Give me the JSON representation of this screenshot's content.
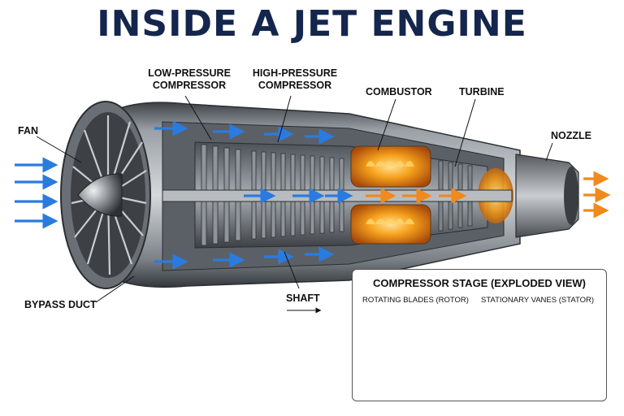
{
  "title": "INSIDE A JET ENGINE",
  "labels": {
    "fan": "FAN",
    "lpc_line1": "LOW-PRESSURE",
    "lpc_line2": "COMPRESSOR",
    "hpc_line1": "HIGH-PRESSURE",
    "hpc_line2": "COMPRESSOR",
    "combustor": "COMBUSTOR",
    "turbine": "TURBINE",
    "nozzle": "NOZZLE",
    "bypass": "BYPASS DUCT",
    "shaft": "SHAFT"
  },
  "inset": {
    "title": "COMPRESSOR STAGE (EXPLODED VIEW)",
    "rotor_label": "ROTATING BLADES (ROTOR)",
    "stator_label": "STATIONARY VANES (STATOR)"
  },
  "colors": {
    "title": "#14264d",
    "airflow": "#2a7be0",
    "exhaust": "#f08a1c",
    "flame": "#f6a21c",
    "metal": "#6d737a"
  },
  "icons": [
    "fan-icon",
    "flame-icon",
    "airflow-arrow-icon",
    "exhaust-arrow-icon",
    "rotor-icon",
    "stator-ring-icon"
  ]
}
